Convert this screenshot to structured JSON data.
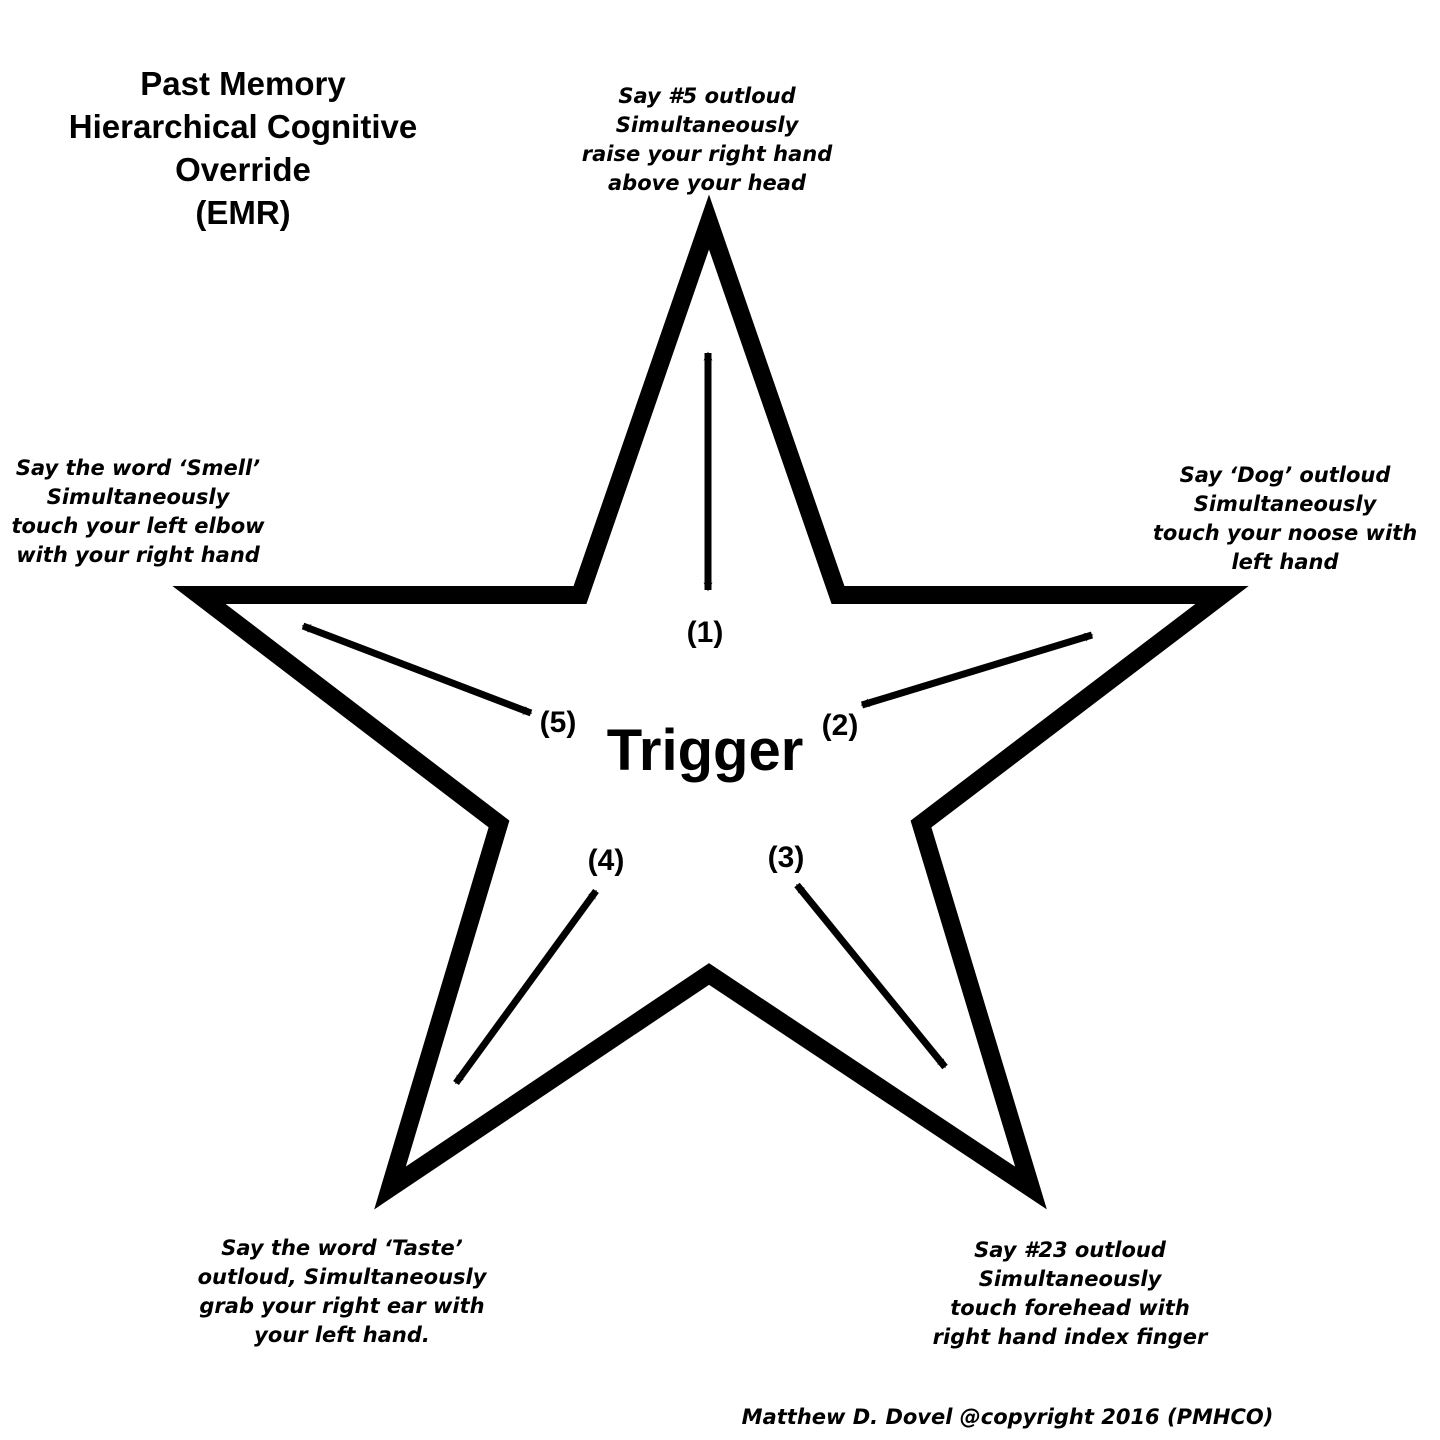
{
  "title": {
    "lines": [
      "Past Memory",
      "Hierarchical Cognitive",
      "Override",
      "(EMR)"
    ]
  },
  "center_label": "Trigger",
  "points": [
    {
      "number": "(1)",
      "instruction": [
        "Say #5 outloud",
        "Simultaneously",
        "raise your right hand",
        "above your head"
      ]
    },
    {
      "number": "(2)",
      "instruction": [
        "Say ‘Dog’ outloud",
        "Simultaneously",
        "touch your noose with",
        "left hand"
      ]
    },
    {
      "number": "(3)",
      "instruction": [
        "Say #23 outloud",
        "Simultaneously",
        "touch forehead with",
        "right hand index finger"
      ]
    },
    {
      "number": "(4)",
      "instruction": [
        "Say the word ‘Taste’",
        "outloud, Simultaneously",
        "grab your right ear with",
        "your left hand."
      ]
    },
    {
      "number": "(5)",
      "instruction": [
        "Say the word ‘Smell’",
        "Simultaneously",
        "touch your left elbow",
        "with your right hand"
      ]
    }
  ],
  "copyright": "Matthew D. Dovel @copyright 2016 (PMHCO)",
  "colors": {
    "ink": "#000000",
    "background": "#ffffff"
  }
}
